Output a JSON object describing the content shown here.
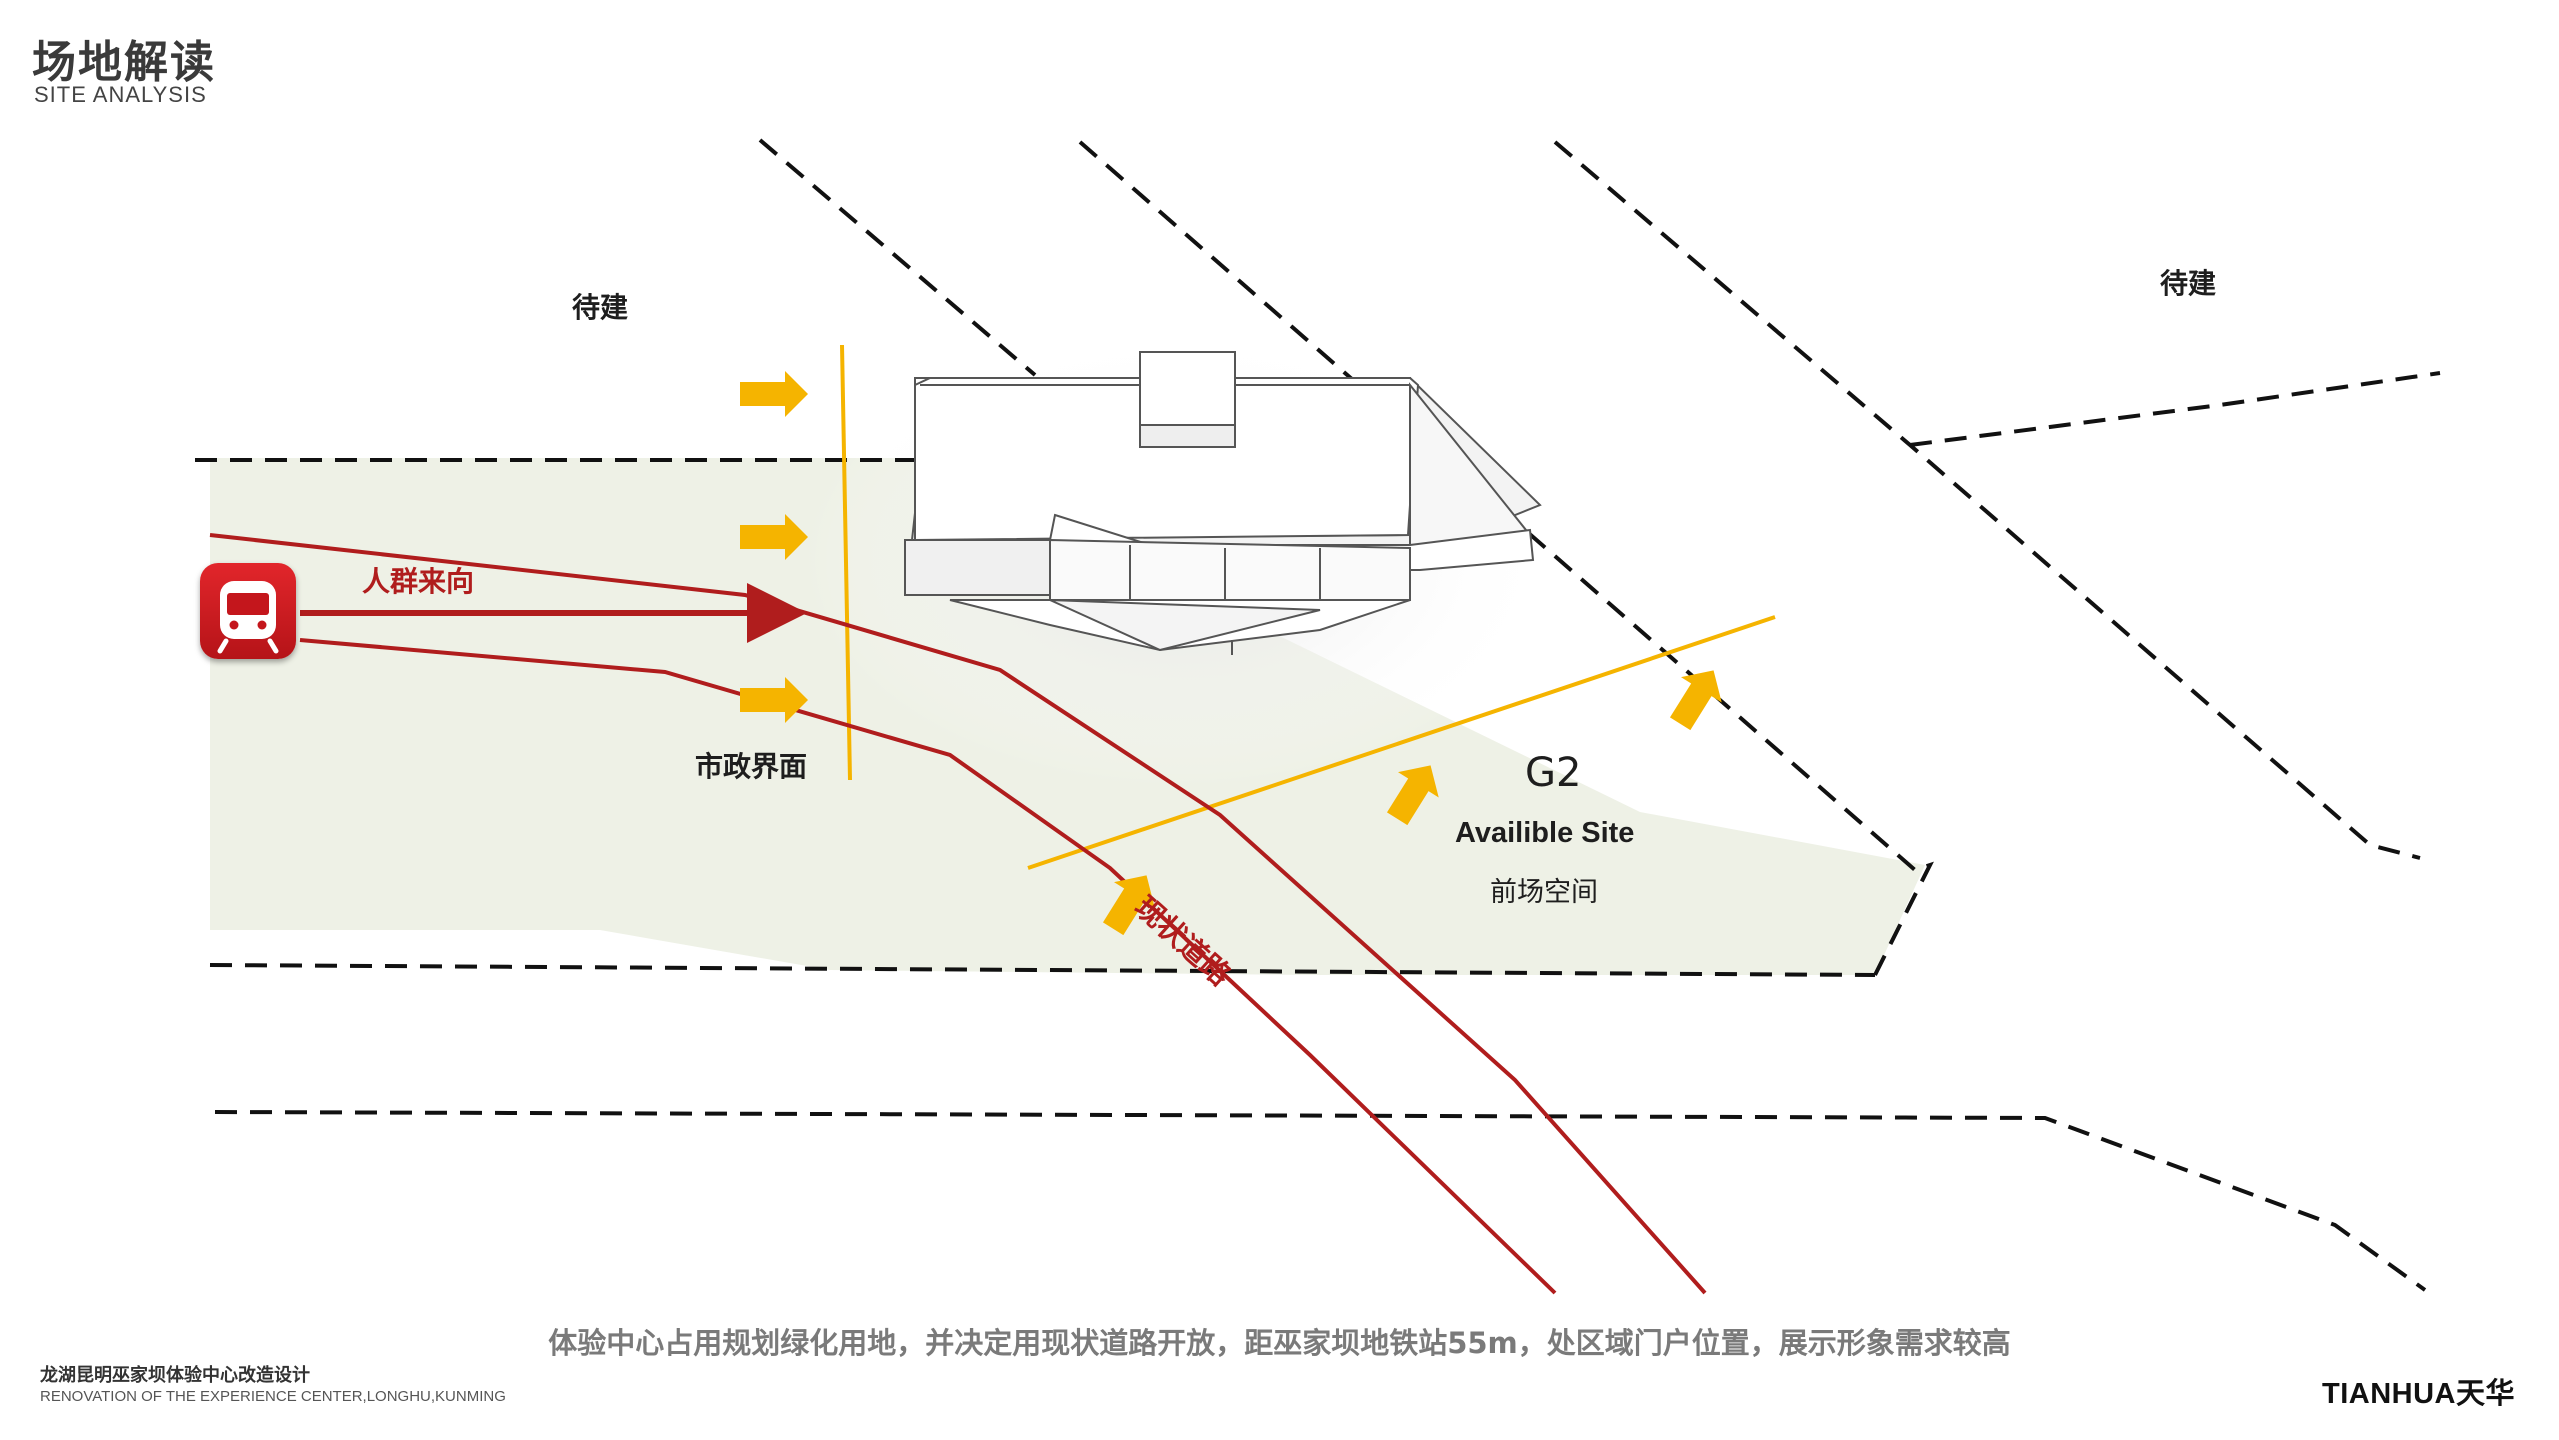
{
  "header": {
    "title": "场地解读",
    "subtitle": "SITE ANALYSIS"
  },
  "labels": {
    "pending_left": "待建",
    "pending_right": "待建",
    "municipal_interface": "市政界面",
    "crowd_direction": "人群来向",
    "existing_road": "现状道路",
    "plot_code": "G2",
    "available_site": "Availible Site",
    "front_space": "前场空间"
  },
  "caption": "体验中心占用规划绿化用地，并决定用现状道路开放，距巫家坝地铁站55m，处区域门户位置，展示形象需求较高",
  "footer": {
    "project_zh": "龙湖昆明巫家坝体验中心改造设计",
    "project_en": "RENOVATION OF THE EXPERIENCE CENTER,LONGHU,KUNMING",
    "logo": "TIANHUA天华"
  },
  "icons": {
    "metro": "metro-train-icon",
    "arrow": "arrow-icon"
  },
  "colors": {
    "red": "#b01d1d",
    "yellow": "#f5b400",
    "site_fill": "#eef1e6",
    "dash": "#111111"
  }
}
